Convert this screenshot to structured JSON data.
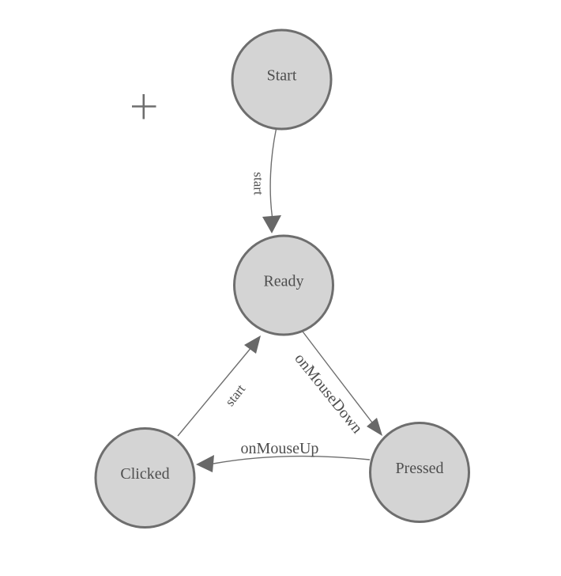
{
  "diagram": {
    "type": "state-machine",
    "nodes": [
      {
        "id": "start",
        "label": "Start"
      },
      {
        "id": "ready",
        "label": "Ready"
      },
      {
        "id": "clicked",
        "label": "Clicked"
      },
      {
        "id": "pressed",
        "label": "Pressed"
      }
    ],
    "transitions": [
      {
        "from": "start",
        "to": "ready",
        "label": "start"
      },
      {
        "from": "ready",
        "to": "pressed",
        "label": "onMouseDown"
      },
      {
        "from": "pressed",
        "to": "clicked",
        "label": "onMouseUp"
      },
      {
        "from": "clicked",
        "to": "ready",
        "label": "start"
      }
    ],
    "icons": [
      {
        "name": "plus-icon"
      }
    ],
    "colors": {
      "background": "#ffffff",
      "node_fill": "#d4d4d4",
      "node_stroke": "#6e6e6e",
      "edge_stroke": "#6e6e6e",
      "arrow_fill": "#686868",
      "text": "#4e4e4e"
    }
  }
}
